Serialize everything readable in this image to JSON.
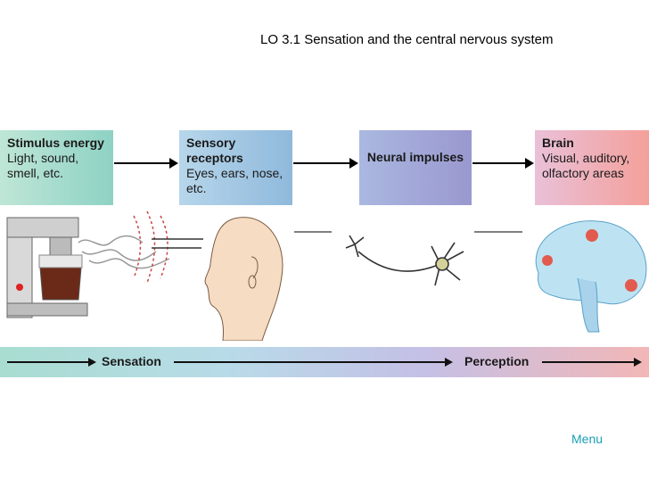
{
  "title": "LO 3.1 Sensation and the central nervous system",
  "boxes": [
    {
      "heading": "Stimulus energy",
      "detail": "Light, sound, smell, etc.",
      "color": "#8ed2c4"
    },
    {
      "heading": "Sensory receptors",
      "detail": "Eyes, ears, nose, etc.",
      "color": "#8fb9dc"
    },
    {
      "heading": "Neural impulses",
      "detail": "",
      "color": "#9a98cf"
    },
    {
      "heading": "Brain",
      "detail": "Visual, auditory, olfactory areas",
      "color": "#f4a09a"
    }
  ],
  "band": {
    "sensation": "Sensation",
    "perception": "Perception"
  },
  "illustrations": [
    "coffee-maker-icon",
    "head-profile-icon",
    "neuron-icon",
    "brain-icon"
  ],
  "menu": "Menu"
}
